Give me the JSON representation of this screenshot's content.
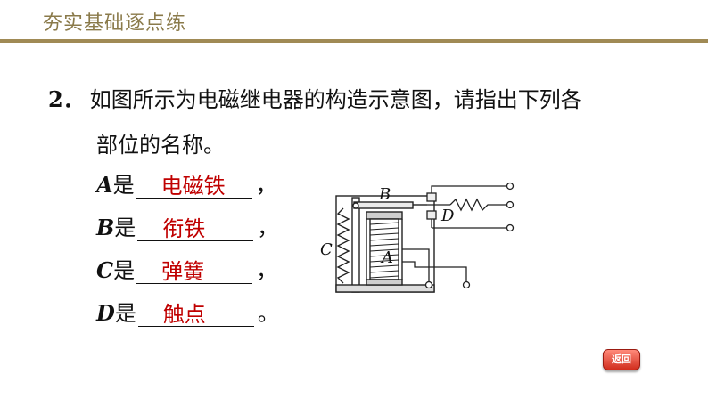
{
  "header": {
    "title": "夯实基础逐点练"
  },
  "question": {
    "number": "2．",
    "line1": "如图所示为电磁继电器的构造示意图，请指出下列各",
    "line2": "部位的名称。"
  },
  "answers": [
    {
      "letter": "A",
      "is": "是",
      "answer": "电磁铁",
      "punct": "，"
    },
    {
      "letter": "B",
      "is": "是",
      "answer": "衔铁",
      "punct": "，"
    },
    {
      "letter": "C",
      "is": "是",
      "answer": "弹簧",
      "punct": "，"
    },
    {
      "letter": "D",
      "is": "是",
      "answer": "触点",
      "punct": "。"
    }
  ],
  "diagram": {
    "labels": {
      "a": "A",
      "b": "B",
      "c": "C",
      "d": "D"
    }
  },
  "nav": {
    "back_label": "返回"
  },
  "colors": {
    "answer": "#c00000",
    "header": "#8a7a4a",
    "button": "#d12d1d"
  }
}
